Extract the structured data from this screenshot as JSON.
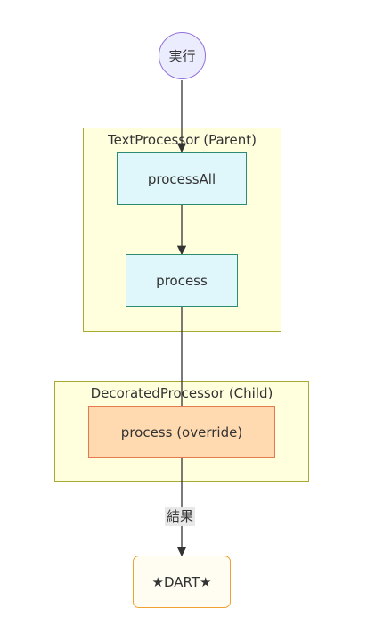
{
  "nodes": {
    "start": {
      "label": "実行"
    },
    "process_all": {
      "label": "processAll"
    },
    "process": {
      "label": "process"
    },
    "process_override": {
      "label": "process (override)"
    },
    "end": {
      "label": "★DART★"
    }
  },
  "subgraphs": {
    "parent": {
      "title": "TextProcessor (Parent)"
    },
    "child": {
      "title": "DecoratedProcessor (Child)"
    }
  },
  "edges": {
    "result_label": "結果"
  },
  "colors": {
    "line": "#333333",
    "cluster_fill": "#FFFFDE",
    "cluster_border": "#AAAA33",
    "start_fill": "#ECECFF",
    "cyan_fill": "#DFF6FA",
    "orange_fill": "#FFDAB0",
    "end_border": "#F0A030"
  }
}
